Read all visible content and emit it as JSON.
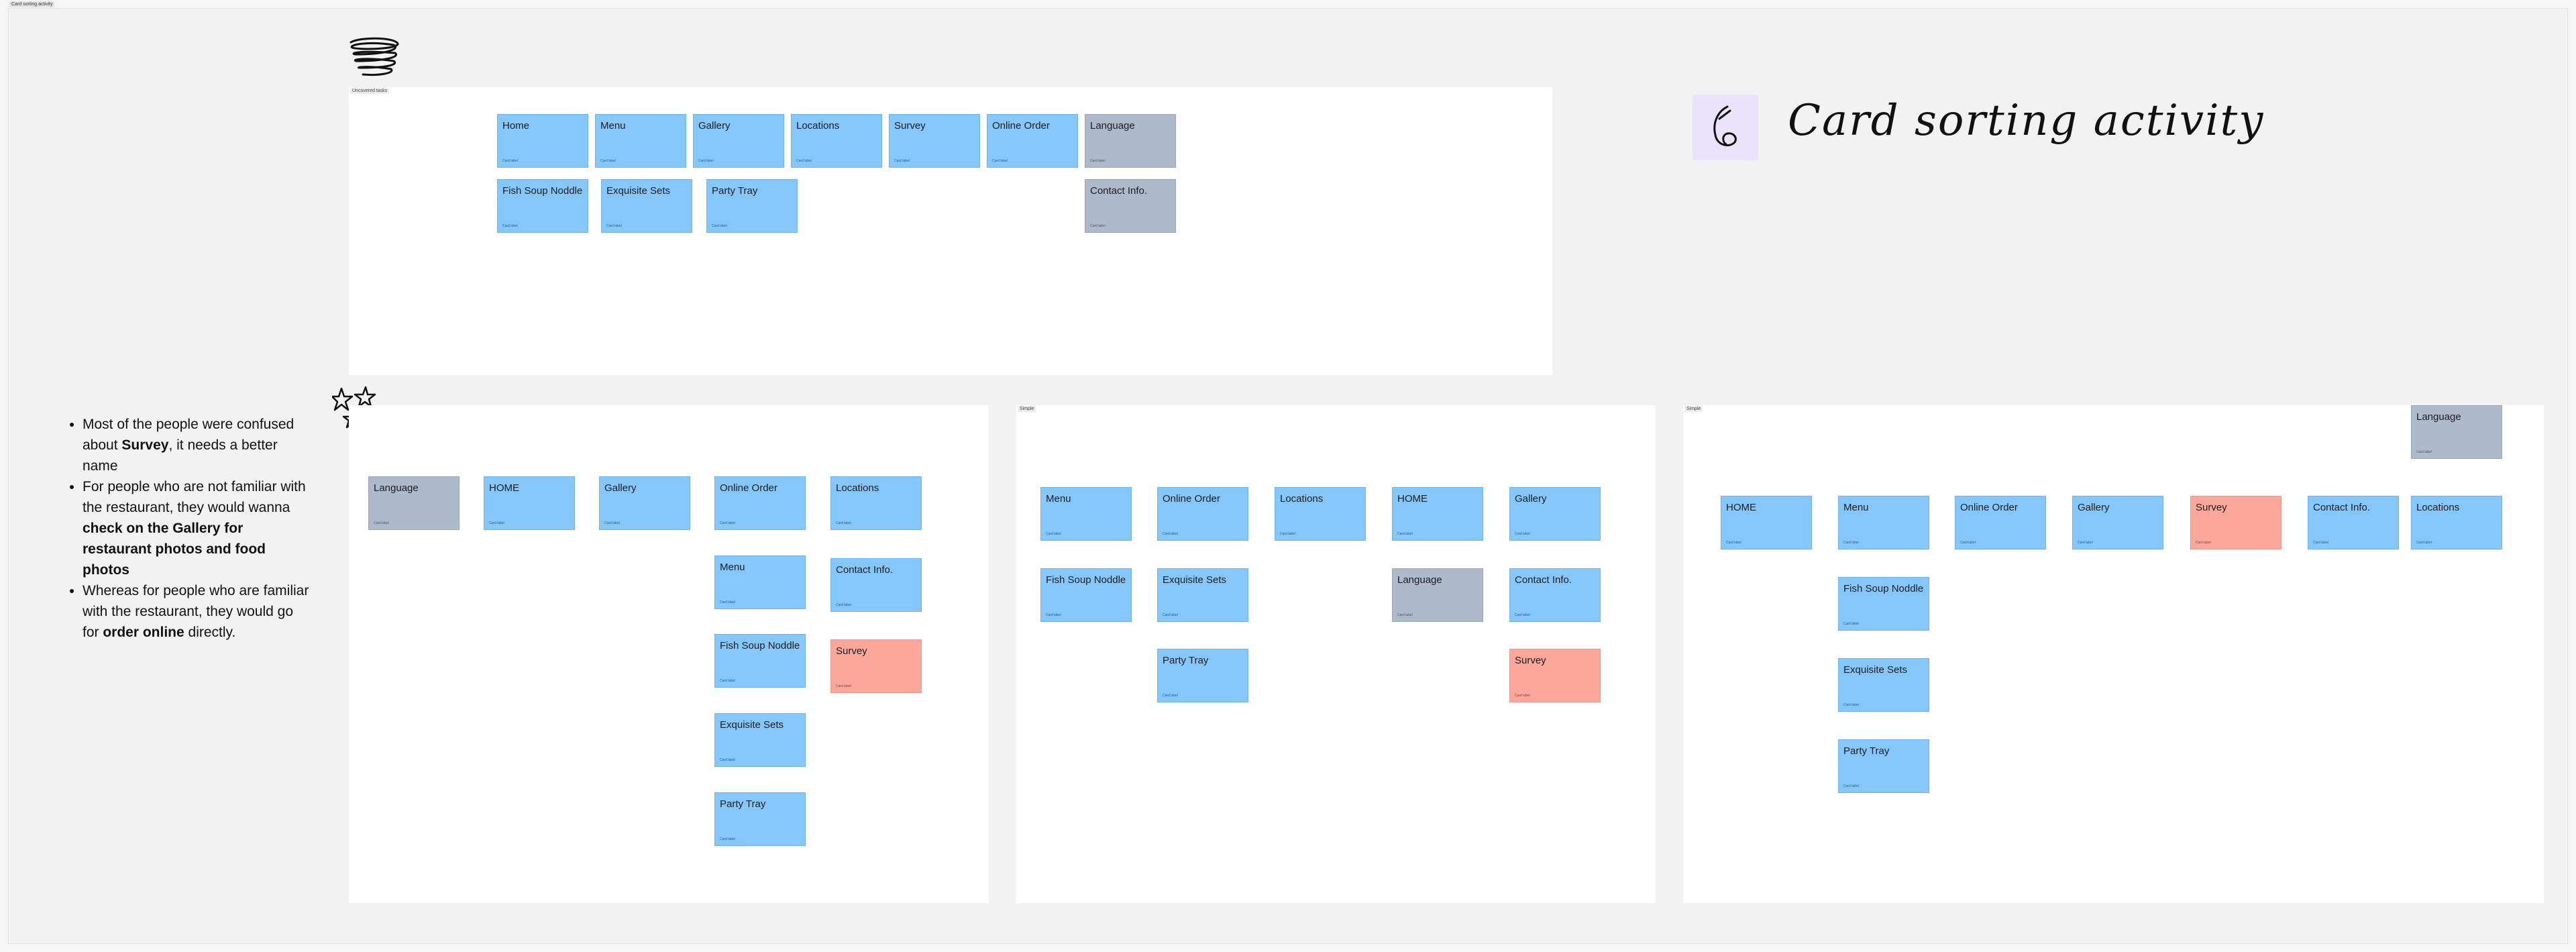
{
  "board": {
    "label": "Card sorting activity"
  },
  "title": {
    "text": "Card sorting activity",
    "icon": "pen-scribble-icon",
    "icon_bg": "#e9e3fb"
  },
  "colors": {
    "blue": "#85c7fa",
    "gray": "#aebacc",
    "salmon": "#fba79c"
  },
  "sections": {
    "s0": {
      "label": "Uncovered tasks"
    },
    "s1": {
      "label": ""
    },
    "s2": {
      "label": "Simple"
    },
    "s3": {
      "label": "Simple"
    }
  },
  "card_meta": "Card label",
  "cards": {
    "s0": [
      {
        "title": "Home",
        "color": "blue"
      },
      {
        "title": "Menu",
        "color": "blue"
      },
      {
        "title": "Gallery",
        "color": "blue"
      },
      {
        "title": "Locations",
        "color": "blue"
      },
      {
        "title": "Survey",
        "color": "blue"
      },
      {
        "title": "Online Order",
        "color": "blue"
      },
      {
        "title": "Language",
        "color": "gray"
      },
      {
        "title": "Fish Soup Noddle",
        "color": "blue"
      },
      {
        "title": "Exquisite Sets",
        "color": "blue"
      },
      {
        "title": "Party Tray",
        "color": "blue"
      },
      {
        "title": "Contact Info.",
        "color": "gray"
      }
    ],
    "s1": [
      {
        "title": "Language",
        "color": "gray"
      },
      {
        "title": "HOME",
        "color": "blue"
      },
      {
        "title": "Gallery",
        "color": "blue"
      },
      {
        "title": "Online Order",
        "color": "blue"
      },
      {
        "title": "Locations",
        "color": "blue"
      },
      {
        "title": "Menu",
        "color": "blue"
      },
      {
        "title": "Contact Info.",
        "color": "blue"
      },
      {
        "title": "Fish Soup Noddle",
        "color": "blue"
      },
      {
        "title": "Survey",
        "color": "salmon"
      },
      {
        "title": "Exquisite Sets",
        "color": "blue"
      },
      {
        "title": "Party Tray",
        "color": "blue"
      }
    ],
    "s2": [
      {
        "title": "Menu",
        "color": "blue"
      },
      {
        "title": "Online Order",
        "color": "blue"
      },
      {
        "title": "Locations",
        "color": "blue"
      },
      {
        "title": "HOME",
        "color": "blue"
      },
      {
        "title": "Gallery",
        "color": "blue"
      },
      {
        "title": "Fish Soup Noddle",
        "color": "blue"
      },
      {
        "title": "Exquisite Sets",
        "color": "blue"
      },
      {
        "title": "Language",
        "color": "gray"
      },
      {
        "title": "Contact Info.",
        "color": "blue"
      },
      {
        "title": "Party Tray",
        "color": "blue"
      },
      {
        "title": "Survey",
        "color": "salmon"
      }
    ],
    "s3": [
      {
        "title": "Language",
        "color": "gray"
      },
      {
        "title": "HOME",
        "color": "blue"
      },
      {
        "title": "Menu",
        "color": "blue"
      },
      {
        "title": "Online Order",
        "color": "blue"
      },
      {
        "title": "Gallery",
        "color": "blue"
      },
      {
        "title": "Survey",
        "color": "salmon"
      },
      {
        "title": "Contact Info.",
        "color": "blue"
      },
      {
        "title": "Locations",
        "color": "blue"
      },
      {
        "title": "Fish Soup Noddle",
        "color": "blue"
      },
      {
        "title": "Exquisite Sets",
        "color": "blue"
      },
      {
        "title": "Party Tray",
        "color": "blue"
      }
    ]
  },
  "notes": {
    "b1_pre": "Most of the people were confused about ",
    "b1_bold": "Survey",
    "b1_post": ", it needs a better name",
    "b2_pre": "For people who are not familiar with the restaurant, they would wanna ",
    "b2_bold": "check on the Gallery for restaurant photos and food photos",
    "b3_pre": "Whereas for people who are familiar with the restaurant, they would go for ",
    "b3_bold": "order online",
    "b3_post": " directly."
  },
  "decorations": {
    "scribble": "scribble-doodle-icon",
    "stars": "stars-doodle-icon"
  }
}
